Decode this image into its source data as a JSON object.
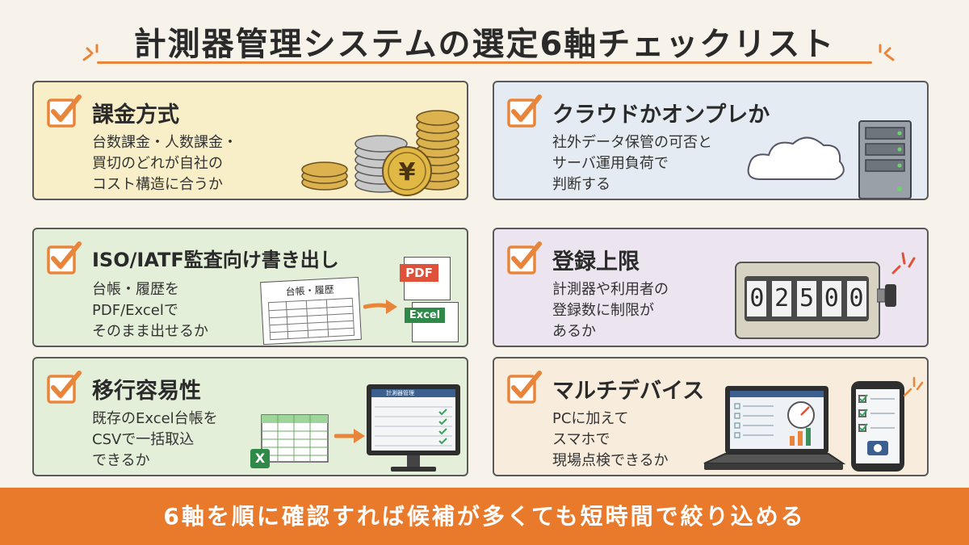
{
  "title": "計測器管理システムの選定6軸チェックリスト",
  "colors": {
    "accent": "#e97a2c",
    "check": "#e8853a"
  },
  "cards": [
    {
      "title": "課金方式",
      "desc": "台数課金・人数課金・\n買切のどれが自社の\nコスト構造に合うか",
      "icon": "coins-yen-icon"
    },
    {
      "title": "クラウドかオンプレか",
      "desc": "社外データ保管の可否と\nサーバ運用負荷で\n判断する",
      "icon": "cloud-server-icon"
    },
    {
      "title": "ISO/IATF監査向け書き出し",
      "desc": "台帳・履歴を\nPDF/Excelで\nそのまま出せるか",
      "icon": "ledger-export-icon",
      "ledger_label": "台帳・履歴",
      "pdf_label": "PDF",
      "excel_label": "Excel"
    },
    {
      "title": "登録上限",
      "desc": "計測器や利用者の\n登録数に制限が\nあるか",
      "icon": "counter-icon",
      "counter_digits": [
        "0",
        "2",
        "5",
        "0",
        "0"
      ]
    },
    {
      "title": "移行容易性",
      "desc": "既存のExcel台帳を\nCSVで一括取込\nできるか",
      "icon": "excel-to-monitor-icon",
      "excel_letter": "X",
      "screen_title": "計測器管理"
    },
    {
      "title": "マルチデバイス",
      "desc": "PCに加えて\nスマホで\n現場点検できるか",
      "icon": "laptop-phone-icon"
    }
  ],
  "footer": "6軸を順に確認すれば候補が多くても短時間で絞り込める"
}
